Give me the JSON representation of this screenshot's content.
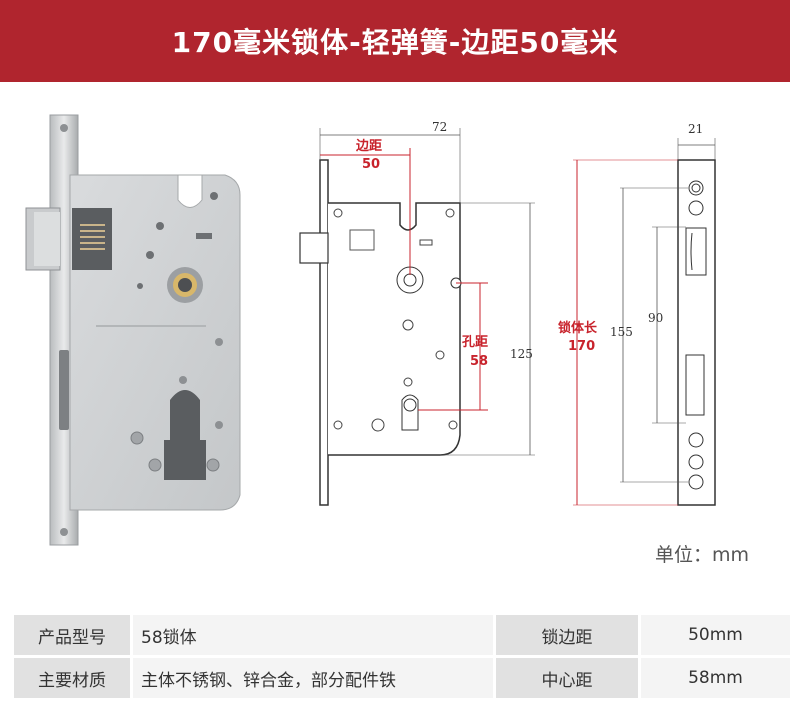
{
  "header": {
    "title": "170毫米锁体-轻弹簧-边距50毫米"
  },
  "drawing": {
    "dim_top_width": "72",
    "dim_backset_label": "边距",
    "dim_backset_value": "50",
    "dim_hole_label": "孔距",
    "dim_hole_value": "58",
    "dim_body_height": "125",
    "dim_faceplate_width": "21",
    "dim_screw_spacing": "90",
    "dim_length_label": "锁体长",
    "dim_length_value": "170",
    "dim_inner_length": "155"
  },
  "unit_label": "单位：mm",
  "specs": [
    {
      "label": "产品型号",
      "value": "58锁体",
      "label2": "锁边距",
      "value2": "50mm"
    },
    {
      "label": "主要材质",
      "value": "主体不锈钢、锌合金，部分配件铁",
      "label2": "中心距",
      "value2": "58mm"
    }
  ],
  "colors": {
    "banner": "#b0252e",
    "dimension_red": "#c8232c"
  }
}
